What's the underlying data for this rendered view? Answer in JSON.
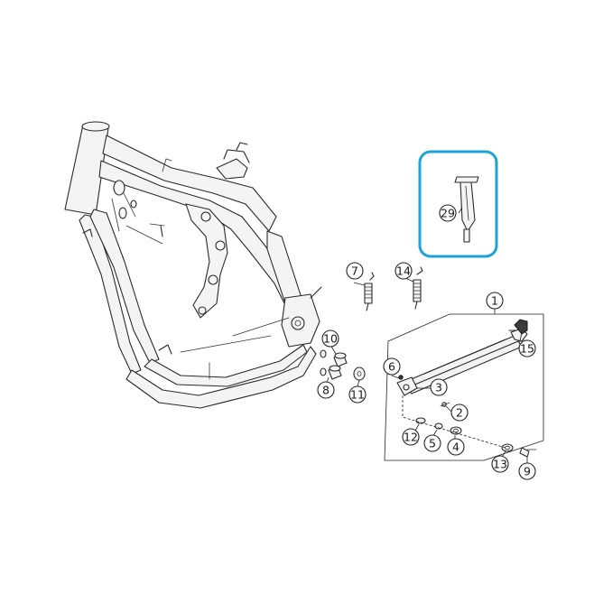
{
  "callouts": {
    "c1": "1",
    "c2": "2",
    "c3": "3",
    "c4": "4",
    "c5": "5",
    "c6": "6",
    "c7": "7",
    "c8": "8",
    "c9": "9",
    "c10": "10",
    "c11": "11",
    "c12": "12",
    "c13": "13",
    "c14": "14",
    "c15": "15",
    "c29": "29"
  },
  "colors": {
    "highlight_border": "#1ea3d6",
    "line": "#2a2a2a",
    "background": "#ffffff"
  }
}
